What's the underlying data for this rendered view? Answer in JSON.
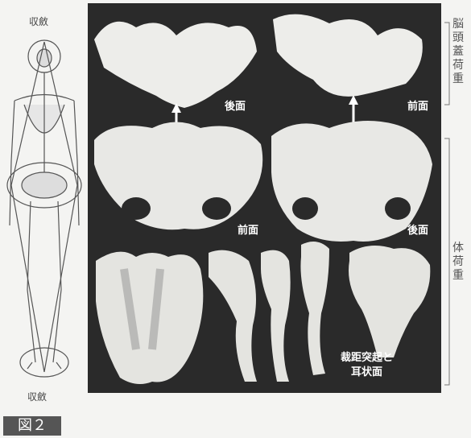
{
  "figure": {
    "label": "図２",
    "skeleton": {
      "top_label": "収斂",
      "bottom_label": "収斂"
    },
    "photo_labels": {
      "sacrum_back": "後面",
      "sacrum_front": "前面",
      "pelvis_front": "前面",
      "pelvis_back": "後面",
      "bottom_caption": "裁距突起と\n耳状面"
    },
    "side_labels": {
      "upper": "脳頭蓋荷重",
      "lower": "体荷重"
    }
  }
}
